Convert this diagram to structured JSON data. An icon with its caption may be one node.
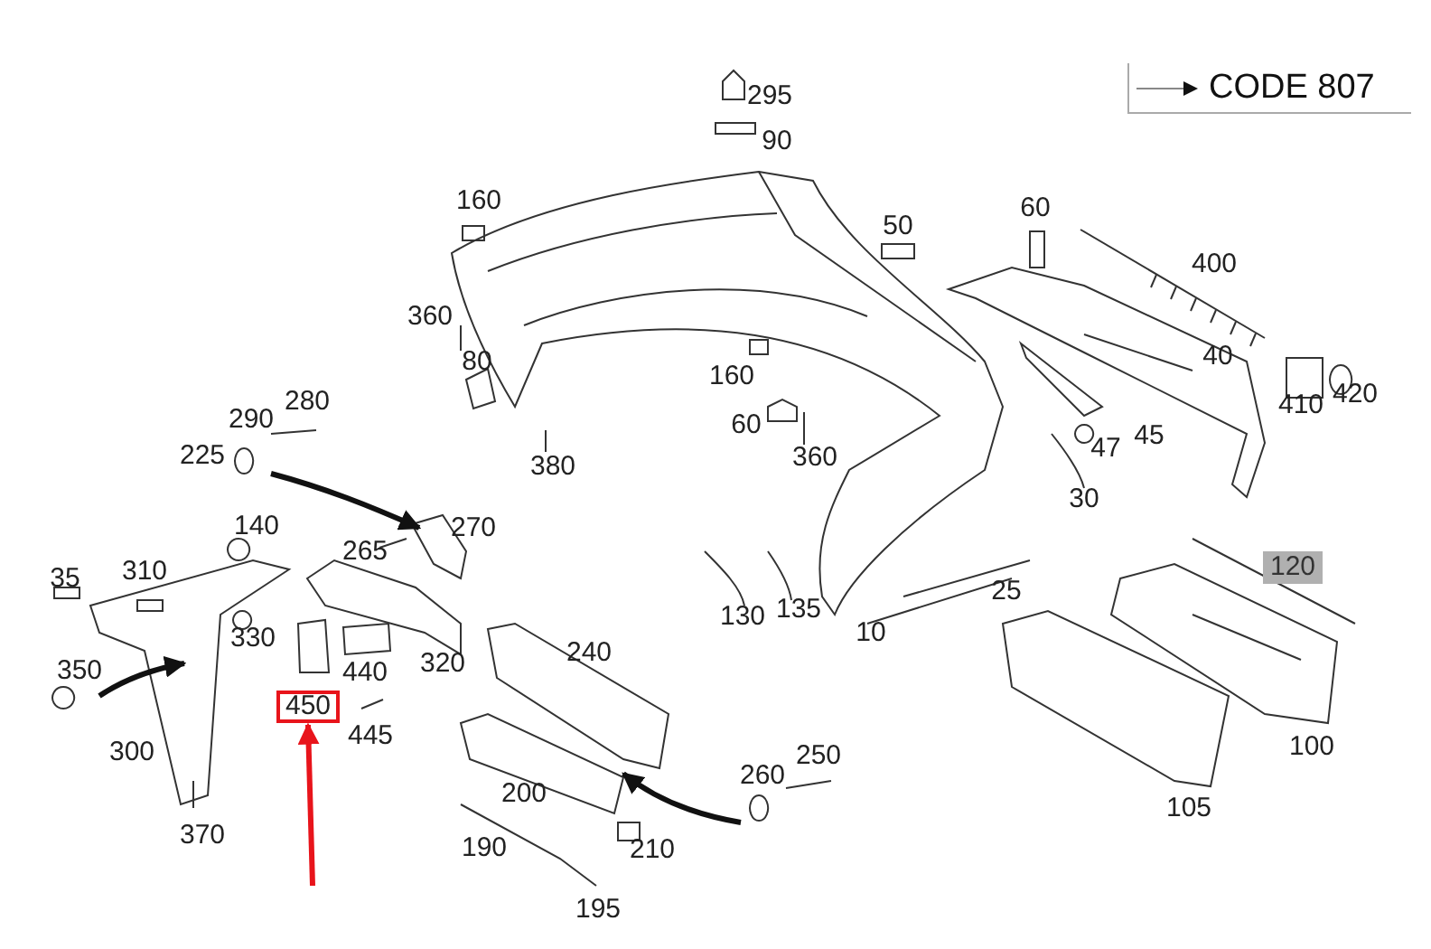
{
  "diagram": {
    "nodes": [
      {
        "text": [
          "CODE 807"
        ]
      },
      {
        "text": [
          "450"
        ]
      },
      {
        "text": [
          "120"
        ]
      }
    ],
    "edges": [
      {
        "from": null,
        "to": 1,
        "arrow": "to",
        "color": "#e8141b"
      }
    ],
    "labels": [
      "295",
      "90",
      "160",
      "50",
      "60",
      "400",
      "360",
      "80",
      "40",
      "160",
      "410",
      "420",
      "290",
      "280",
      "60",
      "47",
      "45",
      "225",
      "380",
      "360",
      "30",
      "140",
      "270",
      "265",
      "35",
      "310",
      "25",
      "330",
      "320",
      "240",
      "130",
      "135",
      "10",
      "350",
      "440",
      "300",
      "445",
      "100",
      "260",
      "250",
      "200",
      "370",
      "190",
      "210",
      "105",
      "195"
    ]
  }
}
